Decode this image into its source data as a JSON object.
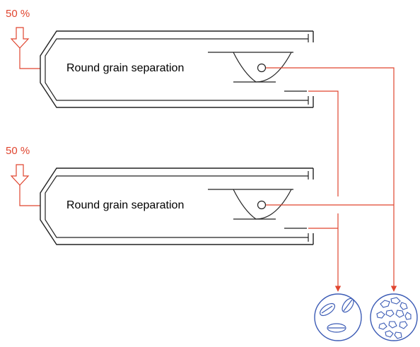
{
  "colors": {
    "line": "#222222",
    "flow": "#e0452f",
    "product": "#3b5bb5",
    "background": "#ffffff"
  },
  "machines": [
    {
      "input_percent": "50 %",
      "label": "Round grain separation"
    },
    {
      "input_percent": "50 %",
      "label": "Round grain separation"
    }
  ],
  "outputs": [
    {
      "icon": "long-grain-kernels-icon"
    },
    {
      "icon": "round-grain-broken-kernels-icon"
    }
  ]
}
